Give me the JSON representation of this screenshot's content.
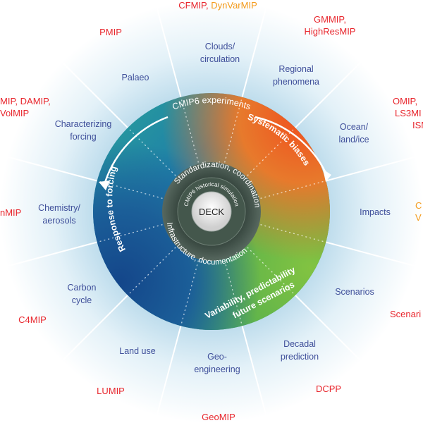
{
  "colors": {
    "mip_red": "#e8262d",
    "mip_orange": "#f49a1a",
    "category_blue": "#3f4f9a",
    "halo": "#cfe6f2"
  },
  "diagram": {
    "center_label": "DECK",
    "inner_ring_label": "CMIP6 historical simulation",
    "middle_labels": {
      "top": "Standardization, coordination",
      "bottom": "Infrastructure, documentation"
    },
    "colored_ring_labels": {
      "top": "CMIP6 experiments",
      "right": "Systematic biases",
      "left": "Response to forcing",
      "bottom_line1": "Variability, predictability",
      "bottom_line2": "future scenarios"
    },
    "categories": [
      {
        "lines": [
          "Clouds/",
          "circulation"
        ]
      },
      {
        "lines": [
          "Regional",
          "phenomena"
        ]
      },
      {
        "lines": [
          "Ocean/",
          "land/ice"
        ]
      },
      {
        "lines": [
          "Impacts"
        ]
      },
      {
        "lines": [
          "Scenarios"
        ]
      },
      {
        "lines": [
          "Decadal",
          "prediction"
        ]
      },
      {
        "lines": [
          "Geo-",
          "engineering"
        ]
      },
      {
        "lines": [
          "Land use"
        ]
      },
      {
        "lines": [
          "Carbon",
          "cycle"
        ]
      },
      {
        "lines": [
          "Chemistry/",
          "aerosols"
        ]
      },
      {
        "lines": [
          "Characterizing",
          "forcing"
        ]
      },
      {
        "lines": [
          "Palaeo"
        ]
      }
    ],
    "mips": {
      "top_red": "CFMIP, ",
      "top_orange": "DynVarMIP",
      "gmmip_line1": "GMMIP,",
      "gmmip_line2": "HighResMIP",
      "omip_line1": "OMIP,",
      "omip_line2": "LS3MI",
      "omip_line3": "ISM",
      "right_orange_line1": "C",
      "right_orange_line2": "V",
      "scenario": "Scenari",
      "dcpp": "DCPP",
      "geomip": "GeoMIP",
      "lumip": "LUMIP",
      "c4mip": "C4MIP",
      "aermip": "nMIP",
      "damip_line1": "MIP, DAMIP,",
      "damip_line2": "VolMIP",
      "pmip": "PMIP"
    }
  }
}
